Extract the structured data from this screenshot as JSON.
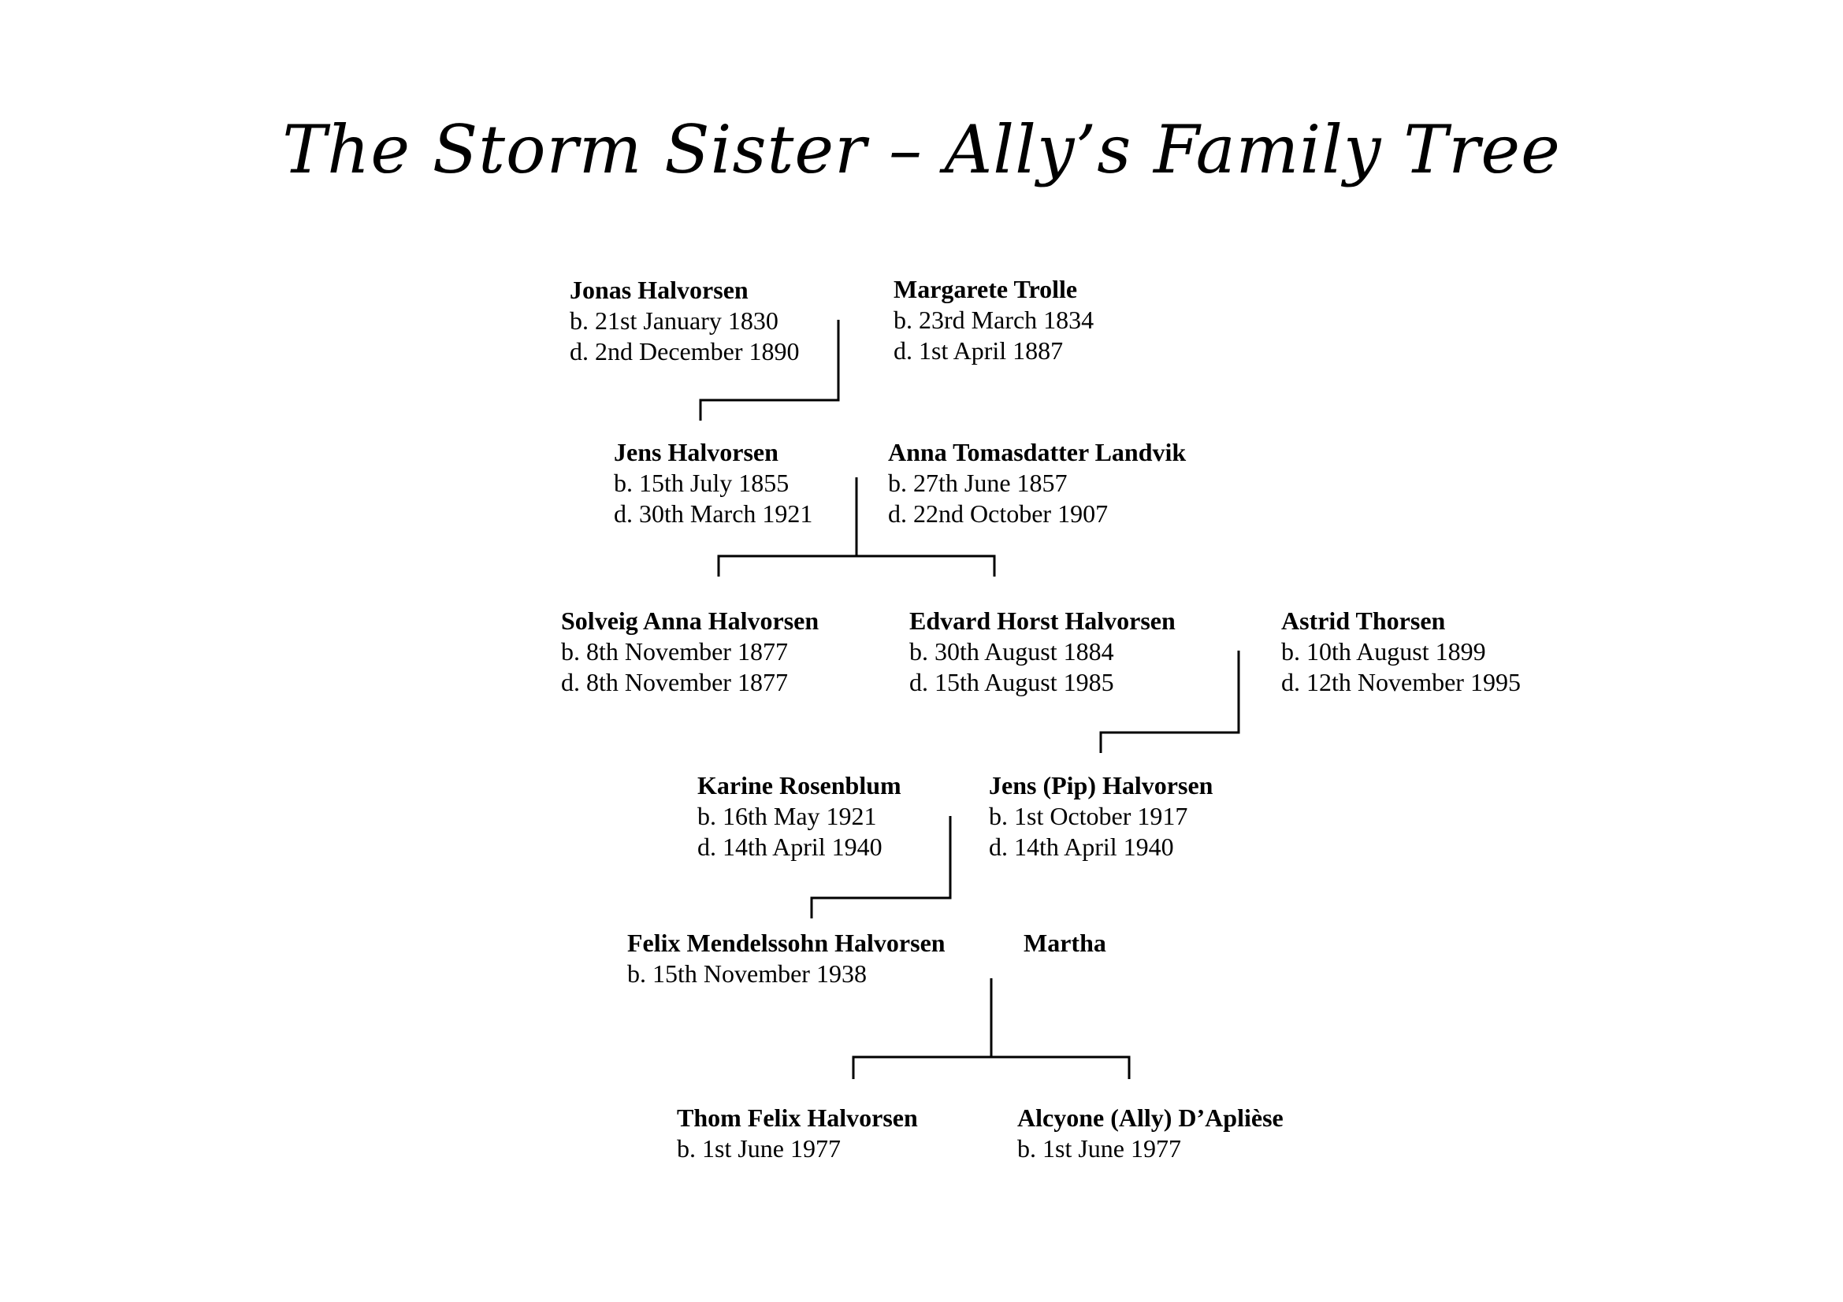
{
  "title": "The Storm Sister – Ally’s Family Tree",
  "people": {
    "jonas": {
      "name": "Jonas Halvorsen",
      "born": "b. 21st January 1830",
      "died": "d. 2nd December 1890"
    },
    "margarete": {
      "name": "Margarete Trolle",
      "born": "b. 23rd March 1834",
      "died": "d. 1st April 1887"
    },
    "jens": {
      "name": "Jens Halvorsen",
      "born": "b. 15th July 1855",
      "died": "d. 30th March 1921"
    },
    "anna": {
      "name": "Anna Tomasdatter Landvik",
      "born": "b. 27th June 1857",
      "died": "d. 22nd October 1907"
    },
    "solveig": {
      "name": "Solveig Anna Halvorsen",
      "born": "b. 8th November 1877",
      "died": "d. 8th November 1877"
    },
    "edvard": {
      "name": "Edvard Horst Halvorsen",
      "born": "b. 30th August 1884",
      "died": "d. 15th August 1985"
    },
    "astrid": {
      "name": "Astrid Thorsen",
      "born": "b. 10th August 1899",
      "died": "d. 12th November 1995"
    },
    "karine": {
      "name": "Karine Rosenblum",
      "born": "b. 16th May 1921",
      "died": "d. 14th April 1940"
    },
    "pip": {
      "name": "Jens (Pip) Halvorsen",
      "born": "b. 1st October 1917",
      "died": "d. 14th April 1940"
    },
    "felix": {
      "name": "Felix Mendelssohn Halvorsen",
      "born": "b. 15th November 1938"
    },
    "martha": {
      "name": "Martha"
    },
    "thom": {
      "name": "Thom Felix Halvorsen",
      "born": "b. 1st June 1977"
    },
    "ally": {
      "name": "Alcyone (Ally) D’Aplièse",
      "born": "b. 1st June 1977"
    }
  }
}
